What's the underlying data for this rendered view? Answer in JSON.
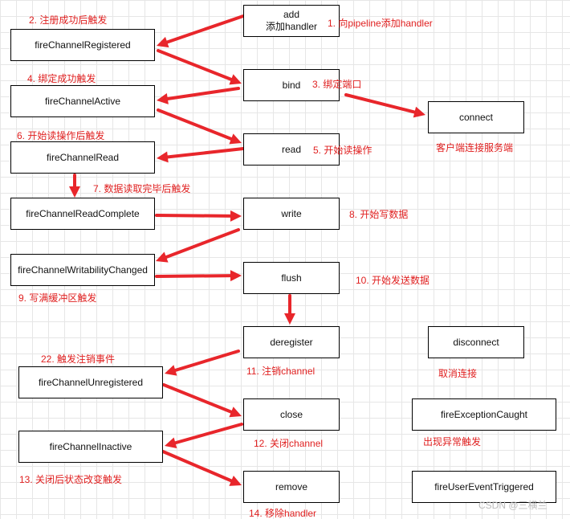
{
  "nodes": {
    "add": "add\n添加handler",
    "bind": "bind",
    "read": "read",
    "write": "write",
    "flush": "flush",
    "deregister": "deregister",
    "close": "close",
    "remove": "remove",
    "connect": "connect",
    "disconnect": "disconnect",
    "fireExceptionCaught": "fireExceptionCaught",
    "fireUserEventTriggered": "fireUserEventTriggered",
    "fireChannelRegistered": "fireChannelRegistered",
    "fireChannelActive": "fireChannelActive",
    "fireChannelRead": "fireChannelRead",
    "fireChannelReadComplete": "fireChannelReadComplete",
    "fireChannelWritabilityChanged": "fireChannelWritabilityChanged",
    "fireChannelUnregistered": "fireChannelUnregistered",
    "fireChannelInactive": "fireChannelInactive"
  },
  "labels": {
    "l1": "1. 向pipeline添加handler",
    "l2": "2. 注册成功后触发",
    "l3": "3. 绑定端口",
    "l4": "4. 绑定成功触发",
    "l5": "5. 开始读操作",
    "l6": "6. 开始读操作后触发",
    "l7": "7. 数据读取完毕后触发",
    "l8": "8. 开始写数据",
    "l9": "9. 写满缓冲区触发",
    "l10": "10. 开始发送数据",
    "l11": "11. 注销channel",
    "l12": "12. 关闭channel",
    "l13": "13. 关闭后状态改变触发",
    "l14": "14. 移除handler",
    "l22": "22. 触发注销事件",
    "connect_note": "客户端连接服务端",
    "disconnect_note": "取消连接",
    "exception_note": "出现异常触发"
  },
  "watermark": "CSDN @三横兰",
  "colors": {
    "arrow": "#e8262b",
    "label": "#e02020",
    "border": "#000000"
  }
}
